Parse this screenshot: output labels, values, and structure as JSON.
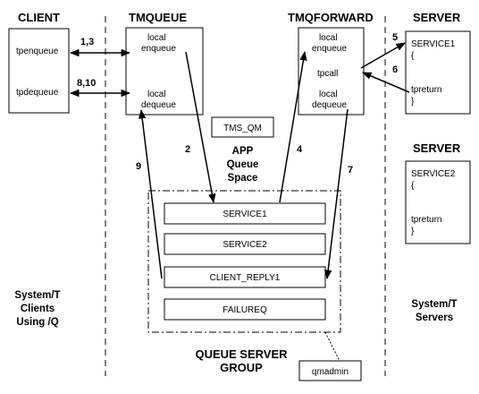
{
  "headers": {
    "client": "CLIENT",
    "tmqueue": "TMQUEUE",
    "tmqforward": "TMQFORWARD",
    "server1": "SERVER",
    "server2": "SERVER"
  },
  "client_box": {
    "enqueue": "tpenqueue",
    "dequeue": "tpdequeue"
  },
  "tmqueue_box": {
    "enqueue_l1": "local",
    "enqueue_l2": "enqueue",
    "dequeue_l1": "local",
    "dequeue_l2": "dequeue"
  },
  "tmqforward_box": {
    "enqueue_l1": "local",
    "enqueue_l2": "enqueue",
    "tpcall": "tpcall",
    "dequeue_l1": "local",
    "dequeue_l2": "dequeue"
  },
  "server1_box": {
    "name": "SERVICE1",
    "open": "{",
    "ret": "tpreturn",
    "close": "}"
  },
  "server2_box": {
    "name": "SERVICE2",
    "open": "{",
    "ret": "tpreturn",
    "close": "}"
  },
  "tms_qm": "TMS_QM",
  "queue_space": {
    "line1": "APP",
    "line2": "Queue",
    "line3": "Space"
  },
  "queues": [
    "SERVICE1",
    "SERVICE2",
    "CLIENT_REPLY1",
    "FAILUREQ"
  ],
  "group": {
    "line1": "QUEUE SERVER",
    "line2": "GROUP"
  },
  "qmadmin": "qmadmin",
  "clients_caption": {
    "line1": "System/T",
    "line2": "Clients",
    "line3": "Using /Q"
  },
  "servers_caption": {
    "line1": "System/T",
    "line2": "Servers"
  },
  "steps": {
    "s13": "1,3",
    "s810": "8,10",
    "s5": "5",
    "s6": "6",
    "s2": "2",
    "s4": "4",
    "s9": "9",
    "s7": "7"
  }
}
